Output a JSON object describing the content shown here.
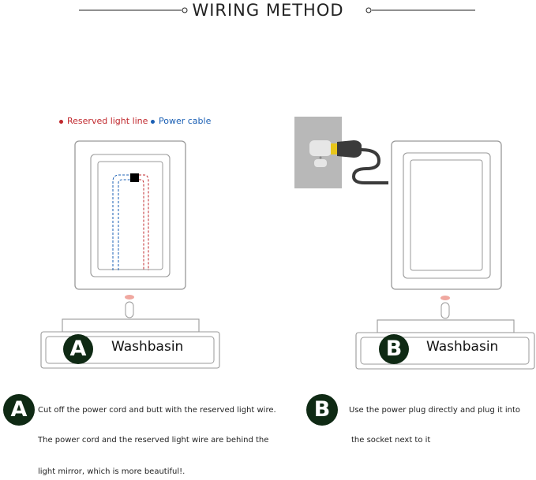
{
  "header": {
    "title": "WIRING METHOD"
  },
  "legend": {
    "reserved_label": "Reserved light line",
    "reserved_color": "#c0282d",
    "power_label": "Power cable",
    "power_color": "#1a5fb4"
  },
  "panel_a": {
    "badge": "A",
    "basin_label": "Washbasin"
  },
  "panel_b": {
    "badge": "B",
    "basin_label": "Washbasin"
  },
  "instructions": {
    "a": {
      "badge": "A",
      "line1": "Cut off the power cord and butt with the reserved light wire.",
      "line2": "The power cord and the reserved light wire are behind the",
      "line3": "light mirror, which is more beautiful!."
    },
    "b": {
      "badge": "B",
      "line1": "Use the power plug directly and plug it into",
      "line2": "the socket next to it"
    }
  },
  "colors": {
    "badge_bg": "#0f2a14",
    "outline": "#9a9a9a",
    "socket_plate": "#b8b8b8",
    "plug_prong": "#e8c61a"
  }
}
